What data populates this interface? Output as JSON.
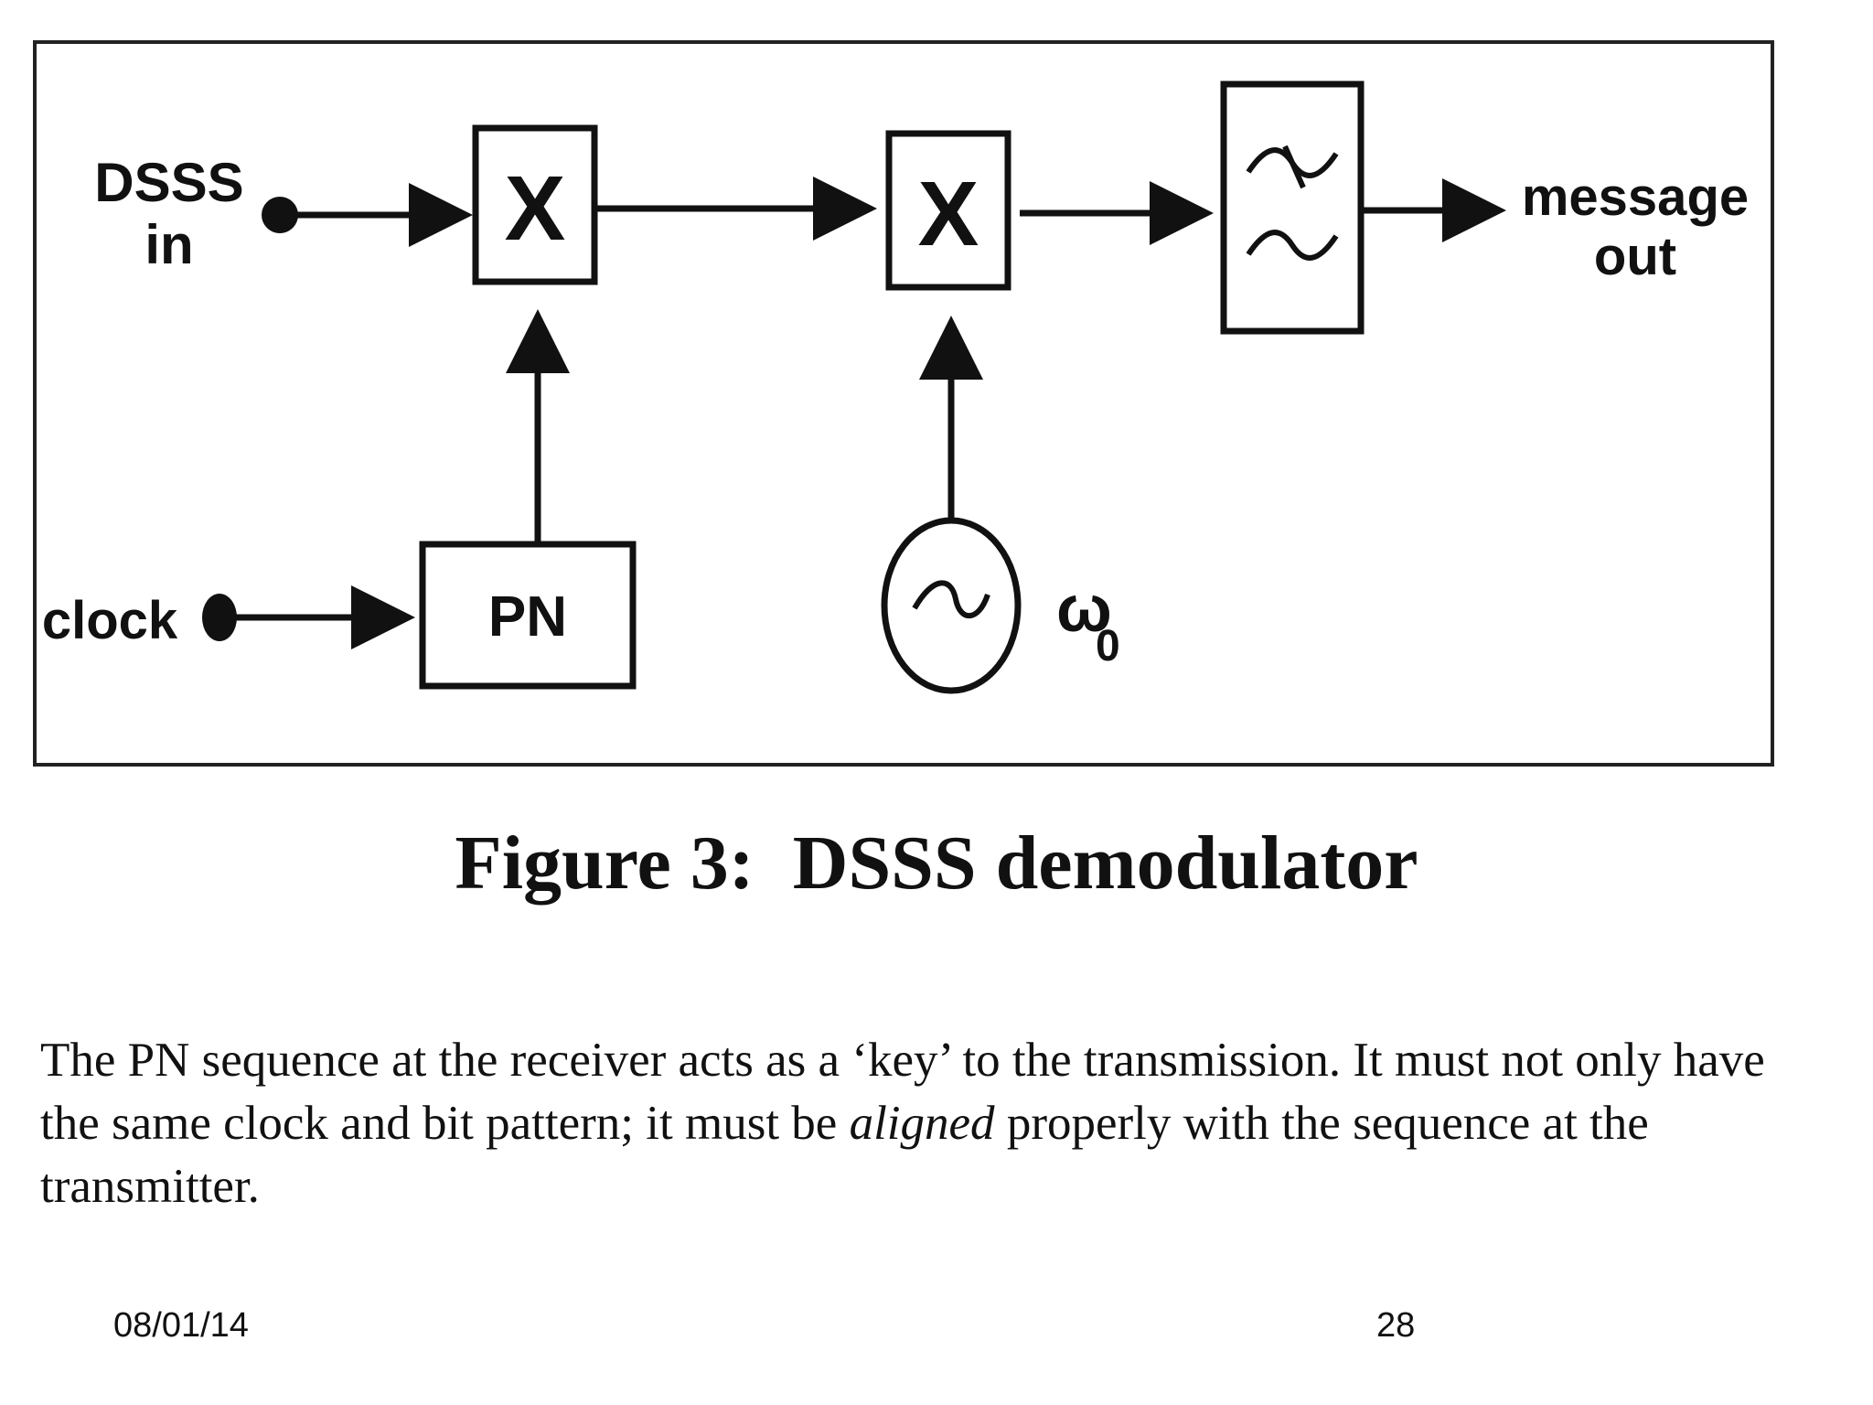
{
  "diagram": {
    "input_label_line1": "DSSS",
    "input_label_line2": "in",
    "clock_label": "clock",
    "pn_label": "PN",
    "output_label_line1": "message",
    "output_label_line2": "out",
    "oscillator_label": "ω",
    "oscillator_subscript": "0",
    "mixer_symbol": "X"
  },
  "caption": "Figure 3:  DSSS demodulator",
  "body": {
    "line1": "The PN sequence at the receiver acts as a ‘key’ to the transmission. It must not only have",
    "line2_before": "the same clock and bit pattern; it must be ",
    "line2_emphasis": "aligned",
    "line2_after": " properly with the sequence at the",
    "line3": "transmitter."
  },
  "footer": {
    "date": "08/01/14",
    "page_number": "28"
  }
}
